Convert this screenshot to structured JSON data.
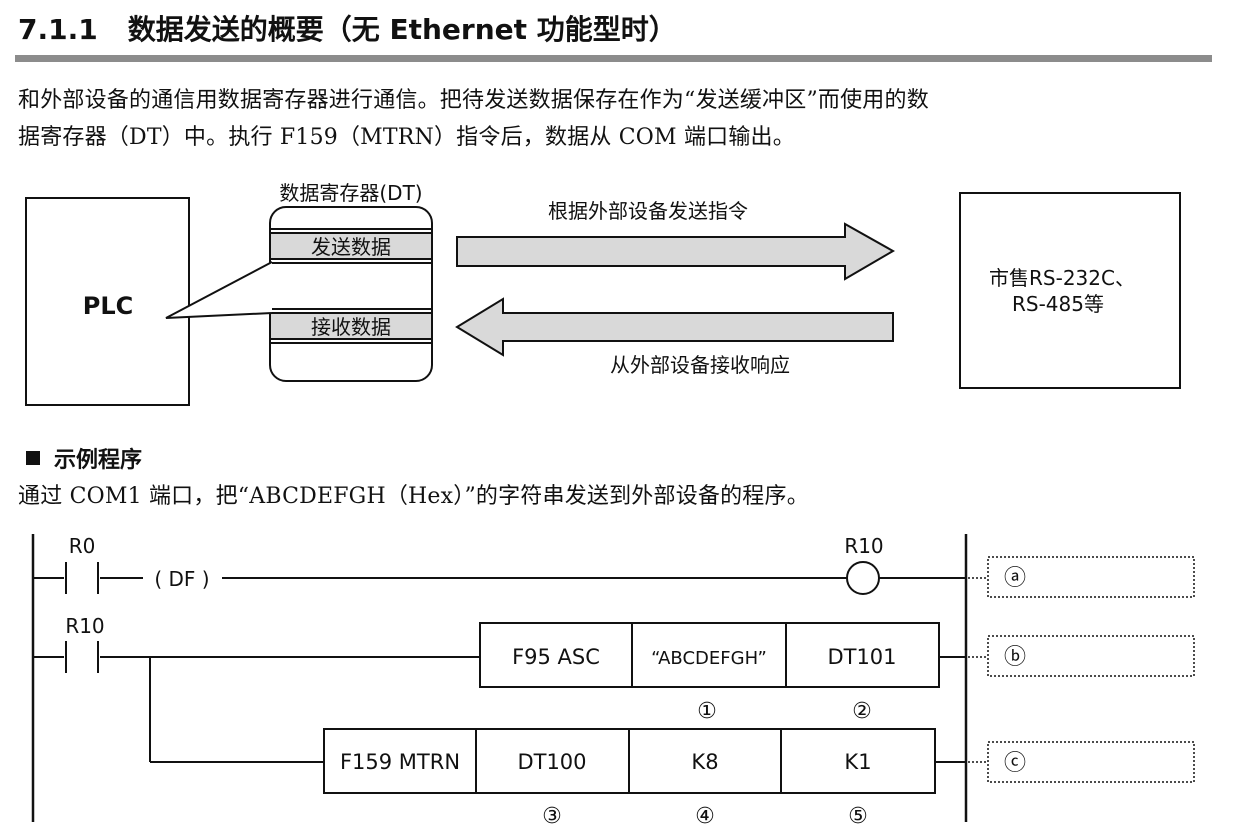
{
  "heading": {
    "number": "7.1.1",
    "title": "数据发送的概要（无 Ethernet 功能型时）"
  },
  "intro": {
    "line1": "和外部设备的通信用数据寄存器进行通信。把待发送数据保存在作为“发送缓冲区”而使用的数",
    "line2": "据寄存器（DT）中。执行 F159（MTRN）指令后，数据从 COM 端口输出。"
  },
  "diagram": {
    "plc_label": "PLC",
    "dt_title": "数据寄存器(DT)",
    "send_data_label": "发送数据",
    "recv_data_label": "接收数据",
    "send_arrow_label": "根据外部设备发送指令",
    "recv_arrow_label": "从外部设备接收响应",
    "device_line1": "市售RS-232C、",
    "device_line2": "RS-485等"
  },
  "example": {
    "title": "示例程序",
    "description": "通过 COM1 端口，把“ABCDEFGH（Hex）”的字符串发送到外部设备的程序。"
  },
  "ladder": {
    "rung1": {
      "contact_label": "R0",
      "df_label": "( DF )",
      "coil_label": "R10",
      "marker": "ⓐ"
    },
    "rung2": {
      "contact_label": "R10",
      "cells": [
        "F95 ASC",
        "“ABCDEFGH”",
        "DT101"
      ],
      "operand_numbers": [
        "①",
        "②"
      ],
      "marker": "ⓑ"
    },
    "rung3": {
      "cells": [
        "F159 MTRN",
        "DT100",
        "K8",
        "K1"
      ],
      "operand_numbers": [
        "③",
        "④",
        "⑤"
      ],
      "marker": "ⓒ"
    }
  }
}
